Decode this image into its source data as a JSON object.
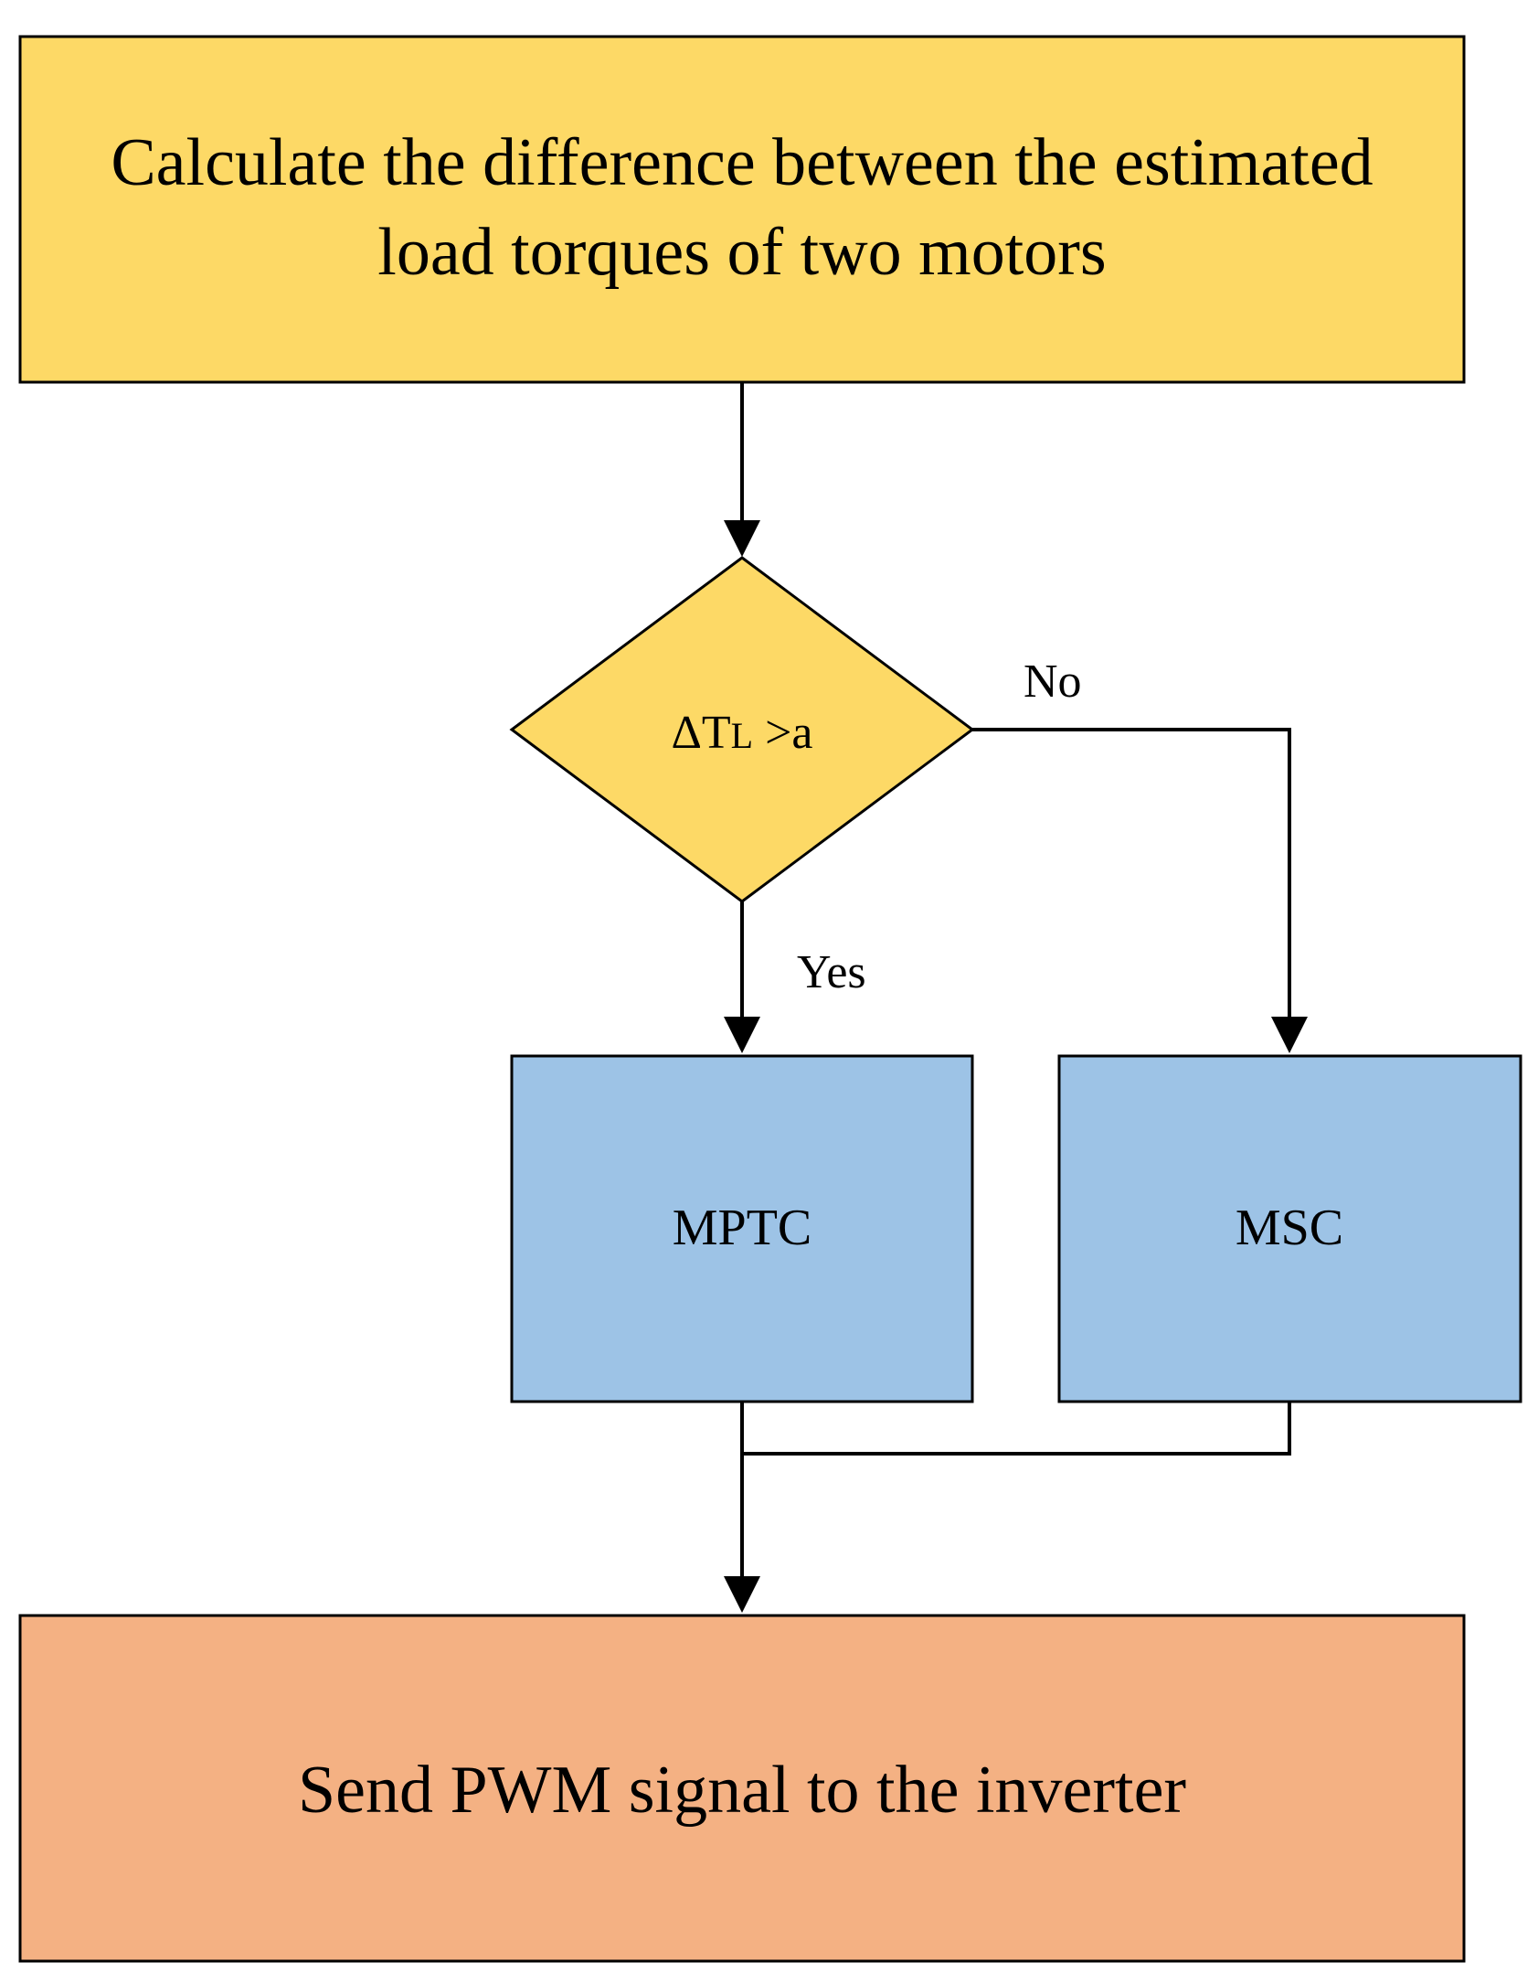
{
  "diagram": {
    "nodes": {
      "calculate": {
        "line1": "Calculate the difference between the estimated",
        "line2": "load torques of two motors"
      },
      "decision": {
        "delta": "ΔT",
        "subscript": "L",
        "rest": " >a"
      },
      "mptc": {
        "label": "MPTC"
      },
      "msc": {
        "label": "MSC"
      },
      "send": {
        "label": "Send PWM signal to the inverter"
      }
    },
    "edges": {
      "yes": "Yes",
      "no": "No"
    }
  },
  "colors": {
    "process_yellow": "#FDD966",
    "decision_yellow": "#FDD966",
    "control_blue": "#9DC3E6",
    "output_orange": "#F4B183",
    "stroke": "#000000"
  }
}
